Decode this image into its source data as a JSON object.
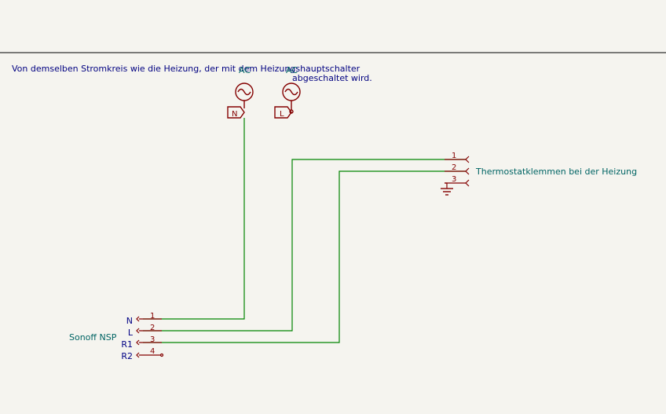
{
  "note": {
    "line1": "Von demselben Stromkreis wie die Heizung, der mit dem Heizungshauptschalter",
    "line2": "abgeschaltet wird."
  },
  "sources": [
    {
      "ref": "AC",
      "label": "N"
    },
    {
      "ref": "AC",
      "label": "L"
    }
  ],
  "thermostat": {
    "label": "Thermostatklemmen bei der Heizung",
    "pins": [
      "1",
      "2",
      "3"
    ]
  },
  "sonoff": {
    "label": "Sonoff NSP",
    "pins": [
      {
        "name": "N",
        "num": "1"
      },
      {
        "name": "L",
        "num": "2"
      },
      {
        "name": "R1",
        "num": "3"
      },
      {
        "name": "R2",
        "num": "4"
      }
    ]
  },
  "colors": {
    "wire": "#008400",
    "symbol": "#840000",
    "note_text": "#000080",
    "ref_text": "#006464",
    "background": "#f5f4ef"
  }
}
